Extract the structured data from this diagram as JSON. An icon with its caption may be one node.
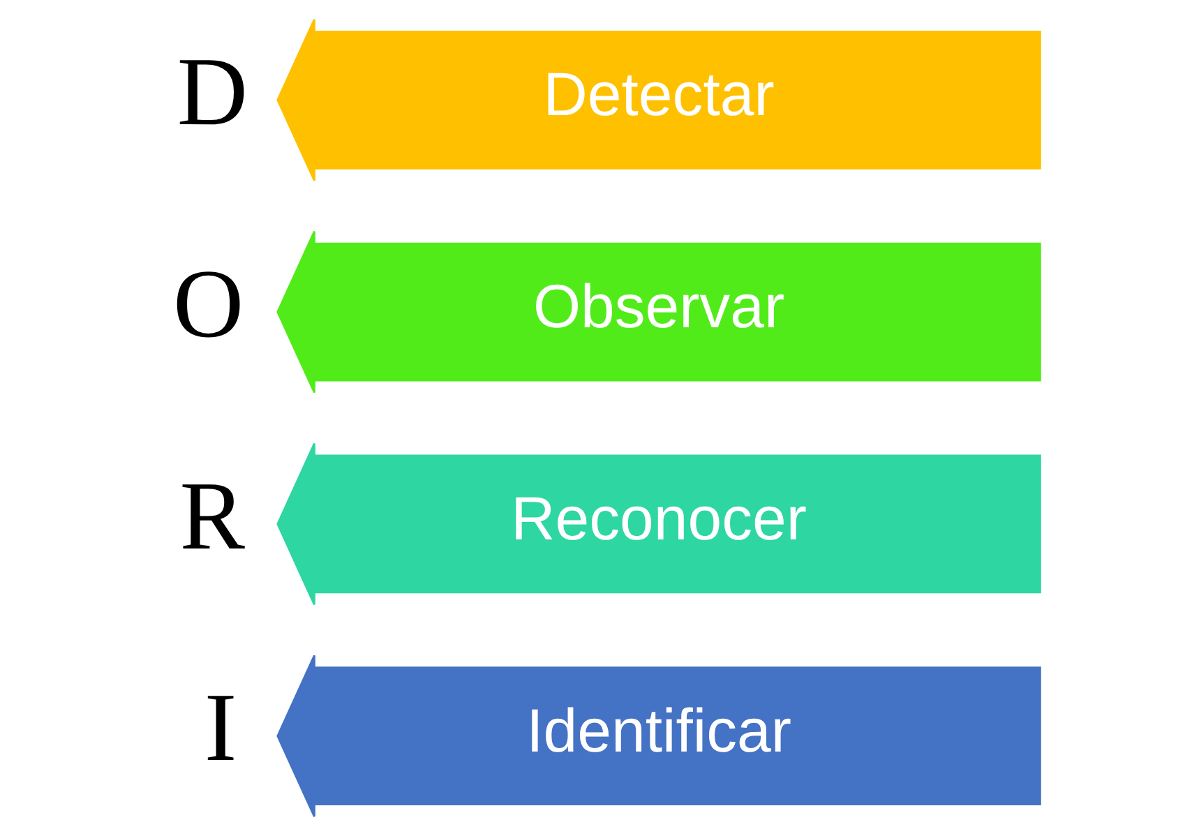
{
  "diagram": {
    "nodes": [
      {
        "text": [
          "Detectar"
        ],
        "beside": [
          "D"
        ]
      },
      {
        "text": [
          "Observar"
        ],
        "beside": [
          "O"
        ]
      },
      {
        "text": [
          "Reconocer"
        ],
        "beside": [
          "R"
        ]
      },
      {
        "text": [
          "Identificar"
        ],
        "beside": [
          "I"
        ]
      }
    ]
  }
}
